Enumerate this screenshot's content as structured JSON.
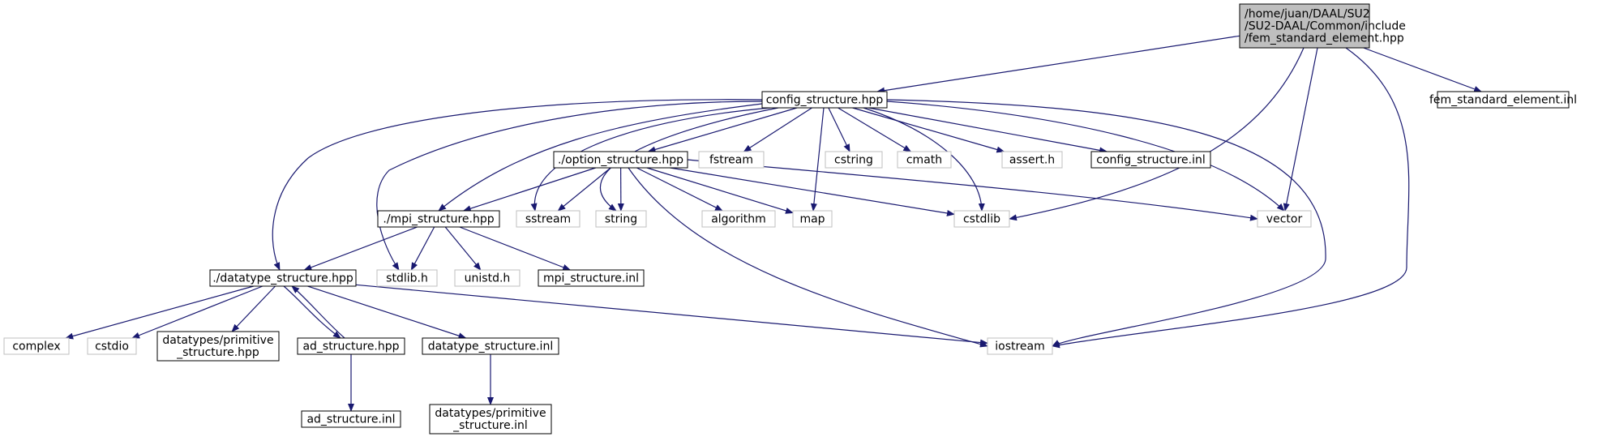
{
  "colors": {
    "edge": "#191970",
    "root_fill": "#bfbfbf",
    "project_border": "#000000",
    "system_border": "#bfbfbf",
    "text": "#000000"
  },
  "nodes": [
    {
      "id": "root",
      "lines": [
        "/home/juan/DAAL/SU2",
        "/SU2-DAAL/Common/include",
        "/fem_standard_element.hpp"
      ],
      "kind": "root"
    },
    {
      "id": "config",
      "lines": [
        "config_structure.hpp"
      ],
      "kind": "project"
    },
    {
      "id": "fem_inl",
      "lines": [
        "fem_standard_element.inl"
      ],
      "kind": "project"
    },
    {
      "id": "option",
      "lines": [
        "./option_structure.hpp"
      ],
      "kind": "project"
    },
    {
      "id": "fstream",
      "lines": [
        "fstream"
      ],
      "kind": "system"
    },
    {
      "id": "cstring",
      "lines": [
        "cstring"
      ],
      "kind": "system"
    },
    {
      "id": "cmath",
      "lines": [
        "cmath"
      ],
      "kind": "system"
    },
    {
      "id": "asserth",
      "lines": [
        "assert.h"
      ],
      "kind": "system"
    },
    {
      "id": "config_inl",
      "lines": [
        "config_structure.inl"
      ],
      "kind": "project"
    },
    {
      "id": "mpi",
      "lines": [
        "./mpi_structure.hpp"
      ],
      "kind": "project"
    },
    {
      "id": "sstream",
      "lines": [
        "sstream"
      ],
      "kind": "system"
    },
    {
      "id": "string",
      "lines": [
        "string"
      ],
      "kind": "system"
    },
    {
      "id": "algorithm",
      "lines": [
        "algorithm"
      ],
      "kind": "system"
    },
    {
      "id": "map",
      "lines": [
        "map"
      ],
      "kind": "system"
    },
    {
      "id": "cstdlib",
      "lines": [
        "cstdlib"
      ],
      "kind": "system"
    },
    {
      "id": "vector",
      "lines": [
        "vector"
      ],
      "kind": "system"
    },
    {
      "id": "datatype",
      "lines": [
        "./datatype_structure.hpp"
      ],
      "kind": "project"
    },
    {
      "id": "stdlibh",
      "lines": [
        "stdlib.h"
      ],
      "kind": "system"
    },
    {
      "id": "unistdh",
      "lines": [
        "unistd.h"
      ],
      "kind": "system"
    },
    {
      "id": "mpi_inl",
      "lines": [
        "mpi_structure.inl"
      ],
      "kind": "project"
    },
    {
      "id": "complex",
      "lines": [
        "complex"
      ],
      "kind": "system"
    },
    {
      "id": "cstdio",
      "lines": [
        "cstdio"
      ],
      "kind": "system"
    },
    {
      "id": "prim_hpp",
      "lines": [
        "datatypes/primitive",
        "_structure.hpp"
      ],
      "kind": "project"
    },
    {
      "id": "ad",
      "lines": [
        "ad_structure.hpp"
      ],
      "kind": "project"
    },
    {
      "id": "datatype_inl",
      "lines": [
        "datatype_structure.inl"
      ],
      "kind": "project"
    },
    {
      "id": "iostream",
      "lines": [
        "iostream"
      ],
      "kind": "system"
    },
    {
      "id": "ad_inl",
      "lines": [
        "ad_structure.inl"
      ],
      "kind": "project"
    },
    {
      "id": "prim_inl",
      "lines": [
        "datatypes/primitive",
        "_structure.inl"
      ],
      "kind": "project"
    }
  ],
  "edges": [
    [
      "root",
      "config"
    ],
    [
      "root",
      "fem_inl"
    ],
    [
      "root",
      "cstdlib"
    ],
    [
      "root",
      "vector"
    ],
    [
      "root",
      "iostream"
    ],
    [
      "config",
      "option"
    ],
    [
      "config",
      "fstream"
    ],
    [
      "config",
      "cstring"
    ],
    [
      "config",
      "cmath"
    ],
    [
      "config",
      "asserth"
    ],
    [
      "config",
      "config_inl"
    ],
    [
      "config",
      "mpi"
    ],
    [
      "config",
      "sstream"
    ],
    [
      "config",
      "string"
    ],
    [
      "config",
      "map"
    ],
    [
      "config",
      "cstdlib"
    ],
    [
      "config",
      "vector"
    ],
    [
      "config",
      "iostream"
    ],
    [
      "config",
      "datatype"
    ],
    [
      "config",
      "stdlibh"
    ],
    [
      "option",
      "mpi"
    ],
    [
      "option",
      "sstream"
    ],
    [
      "option",
      "string"
    ],
    [
      "option",
      "algorithm"
    ],
    [
      "option",
      "map"
    ],
    [
      "option",
      "cstdlib"
    ],
    [
      "option",
      "vector"
    ],
    [
      "option",
      "iostream"
    ],
    [
      "mpi",
      "datatype"
    ],
    [
      "mpi",
      "stdlibh"
    ],
    [
      "mpi",
      "unistdh"
    ],
    [
      "mpi",
      "mpi_inl"
    ],
    [
      "datatype",
      "complex"
    ],
    [
      "datatype",
      "cstdio"
    ],
    [
      "datatype",
      "prim_hpp"
    ],
    [
      "datatype",
      "ad"
    ],
    [
      "datatype",
      "datatype_inl"
    ],
    [
      "datatype",
      "iostream"
    ],
    [
      "ad",
      "datatype"
    ],
    [
      "ad",
      "ad_inl"
    ],
    [
      "datatype_inl",
      "prim_inl"
    ]
  ]
}
